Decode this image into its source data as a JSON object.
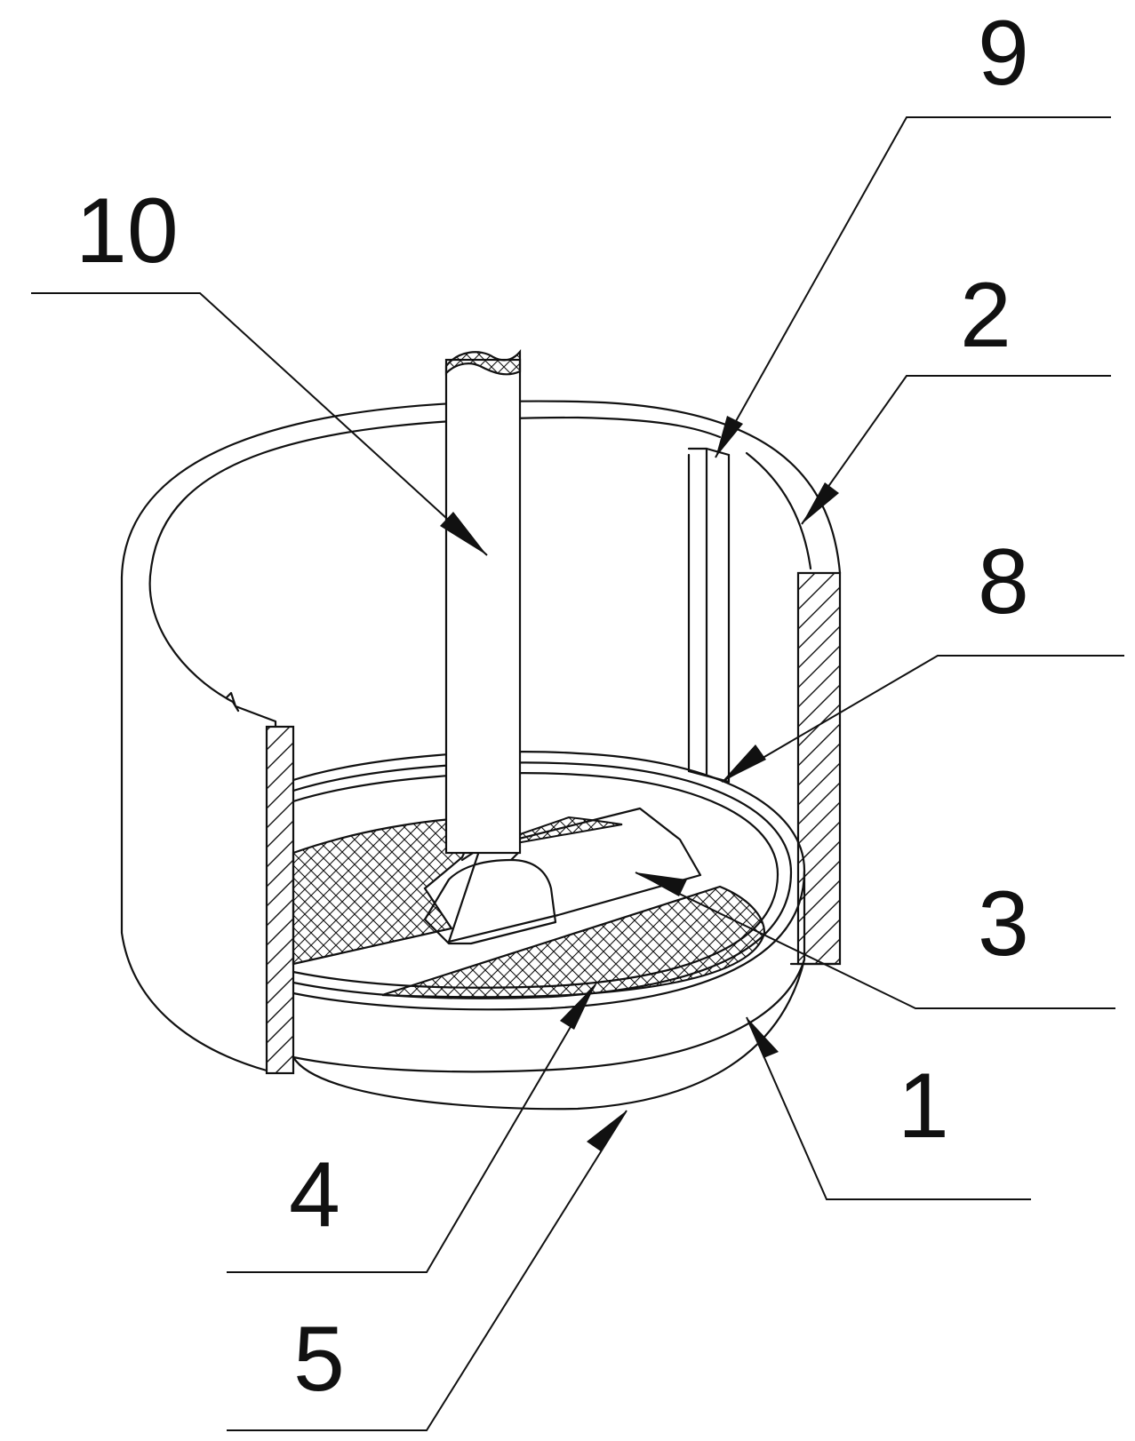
{
  "labels": {
    "shaft": "10",
    "slot": "9",
    "outer_ring": "2",
    "step": "8",
    "scraper": "3",
    "inner_pan": "1",
    "mesh_screen": "4",
    "base_ring": "5"
  }
}
